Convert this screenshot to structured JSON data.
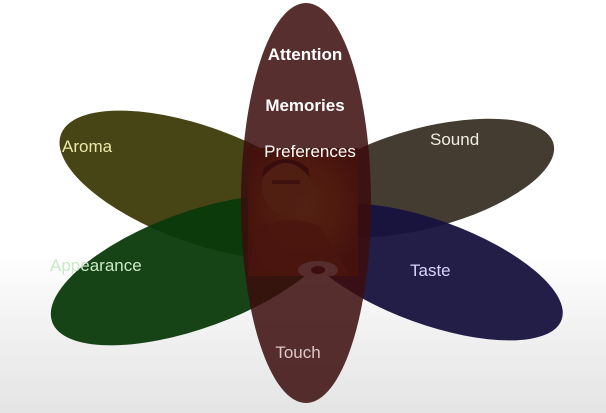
{
  "diagram": {
    "center_labels": [
      "Attention",
      "Memories",
      "Preferences"
    ],
    "petals": [
      {
        "id": "aroma",
        "label": "Aroma",
        "color": "#3d3a08",
        "label_color": "#ece7a8"
      },
      {
        "id": "appearance",
        "label": "Appearance",
        "color": "#0a3a0a",
        "label_color": "#c9e9c9"
      },
      {
        "id": "sound",
        "label": "Sound",
        "color": "#3a3226",
        "label_color": "#f2ece2"
      },
      {
        "id": "taste",
        "label": "Taste",
        "color": "#16123e",
        "label_color": "#d8d4fb"
      },
      {
        "id": "vertical",
        "label": "Touch",
        "color": "#3b0d0d",
        "label_color": "#dcc8c8"
      }
    ],
    "center_photo": {
      "description_icon": "person-photo-icon",
      "tint": "#7a2a12"
    }
  }
}
